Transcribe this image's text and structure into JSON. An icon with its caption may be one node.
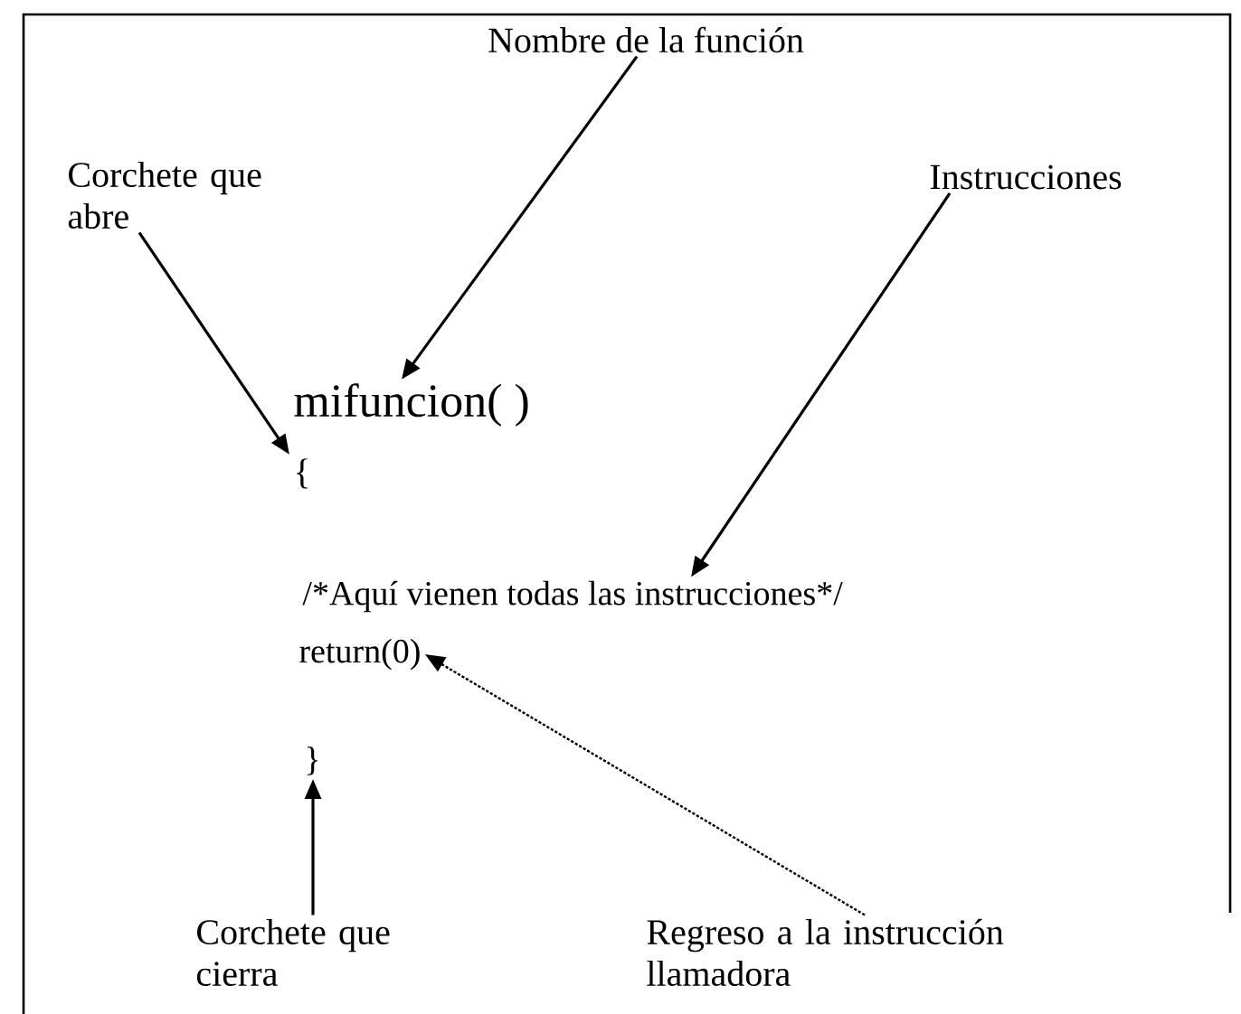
{
  "diagram": {
    "nodes": [
      {
        "text": [
          "Nombre de la función"
        ]
      },
      {
        "text": [
          "Corchete que abre"
        ]
      },
      {
        "text": [
          "Instrucciones"
        ]
      },
      {
        "text": [
          "mifuncion( )"
        ]
      },
      {
        "text": [
          "{"
        ]
      },
      {
        "text": [
          "/*Aquí vienen todas las instrucciones*/"
        ]
      },
      {
        "text": [
          "return(0)"
        ]
      },
      {
        "text": [
          "}"
        ]
      },
      {
        "text": [
          "Corchete que cierra"
        ]
      },
      {
        "text": [
          "Regreso a la instrucción llamadora"
        ]
      }
    ],
    "edges": [
      {
        "from": 0,
        "to": 3,
        "arrow": "to"
      },
      {
        "from": 1,
        "to": 4,
        "arrow": "to"
      },
      {
        "from": 2,
        "to": 5,
        "arrow": "to"
      },
      {
        "from": 8,
        "to": 7,
        "arrow": "to"
      },
      {
        "from": 9,
        "to": 6,
        "arrow": "to",
        "style": "dashed"
      }
    ]
  }
}
